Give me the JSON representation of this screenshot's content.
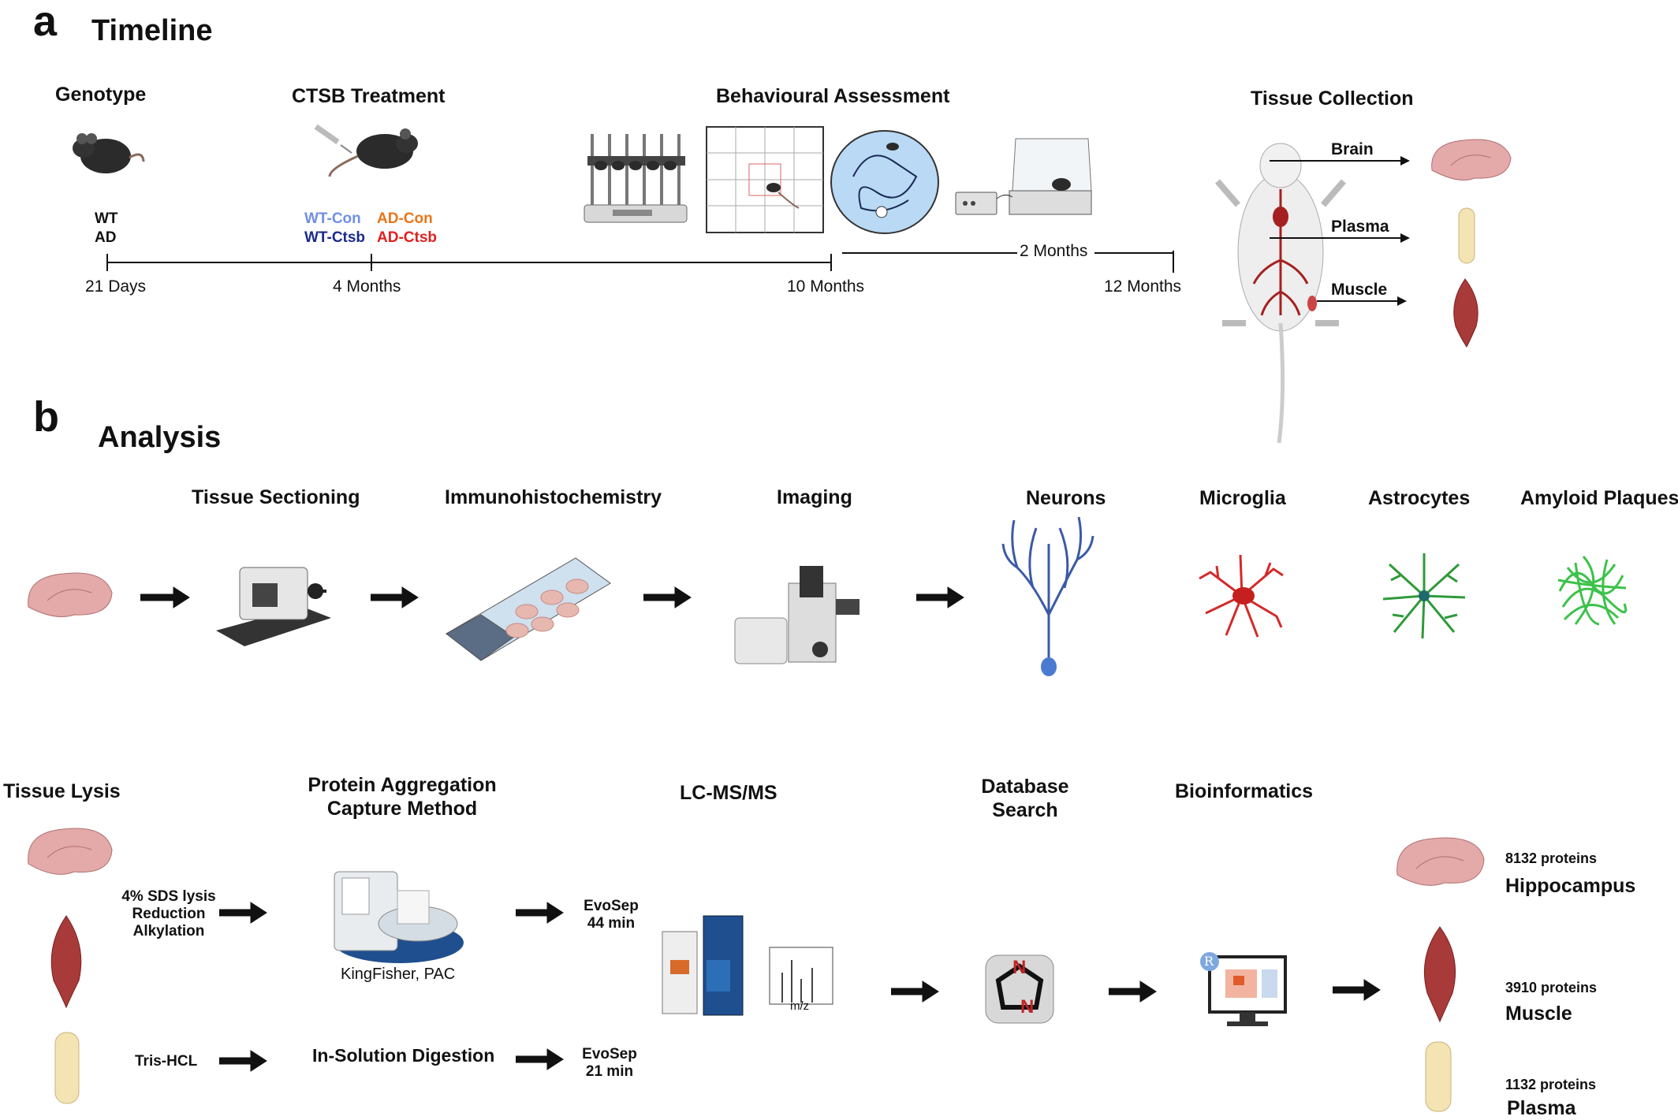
{
  "panel_a": {
    "letter": "a",
    "title": "Timeline",
    "stages": {
      "genotype": "Genotype",
      "treatment": "CTSB Treatment",
      "behaviour": "Behavioural Assessment",
      "tissue": "Tissue Collection"
    },
    "genotype_groups": [
      "WT",
      "AD"
    ],
    "treatment_groups": {
      "wt_con": "WT-Con",
      "wt_ctsb": "WT-Ctsb",
      "ad_con": "AD-Con",
      "ad_ctsb": "AD-Ctsb"
    },
    "ticks": [
      "21 Days",
      "4 Months",
      "10 Months",
      "12 Months"
    ],
    "span_label": "2 Months",
    "tissues": [
      "Brain",
      "Plasma",
      "Muscle"
    ],
    "colors": {
      "wt_con": "#6f8fe6",
      "wt_ctsb": "#1b2a8c",
      "ad_con": "#e8751a",
      "ad_ctsb": "#e02020"
    }
  },
  "panel_b": {
    "letter": "b",
    "title": "Analysis",
    "row1": {
      "steps": [
        "Tissue Sectioning",
        "Immunohistochemistry",
        "Imaging"
      ],
      "stains": [
        "Neurons",
        "Microglia",
        "Astrocytes",
        "Amyloid Plaques"
      ]
    },
    "row2": {
      "tissue_lysis": "Tissue Lysis",
      "pac_title_line1": "Protein Aggregation",
      "pac_title_line2": "Capture Method",
      "lcms": "LC-MS/MS",
      "db_line1": "Database",
      "db_line2": "Search",
      "bioinf": "Bioinformatics",
      "lysis_steps": [
        "4% SDS lysis",
        "Reduction",
        "Alkylation"
      ],
      "tris": "Tris-HCL",
      "kingfisher": "KingFisher, PAC",
      "in_solution": "In-Solution Digestion",
      "evosep_44": [
        "EvoSep",
        "44 min"
      ],
      "evosep_21": [
        "EvoSep",
        "21 min"
      ],
      "mz": "m/z",
      "r_logo": "R",
      "n_label": "N",
      "results": [
        {
          "count": "8132 proteins",
          "tissue": "Hippocampus"
        },
        {
          "count": "3910 proteins",
          "tissue": "Muscle"
        },
        {
          "count": "1132 proteins",
          "tissue": "Plasma"
        }
      ]
    }
  }
}
